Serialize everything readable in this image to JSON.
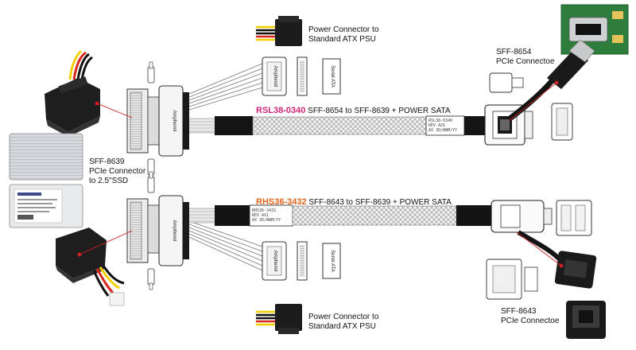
{
  "diagram": {
    "top_cable": {
      "model": "RSL38-0340",
      "description": "SFF-8654 to SFF-8639 + POWER SATA",
      "jacket_print": [
        "RSL38-0340",
        "REV AX1",
        "AX 3D/WWM/YY"
      ]
    },
    "bottom_cable": {
      "model": "RHS36-3432",
      "description": "SFF-8643 to SFF-8639 + POWER SATA",
      "jacket_print": [
        "RHS36-3432",
        "REV AX1",
        "AX 3D/WWM/YY"
      ]
    },
    "labels": {
      "power_top": [
        "Power Connector to",
        "Standard ATX PSU"
      ],
      "power_bottom": [
        "Power Connector to",
        "Standard ATX PSU"
      ],
      "sff8654": [
        "SFF-8654",
        "PCIe Connectoe"
      ],
      "sff8639": [
        "SFF-8639",
        "PCIe Connector",
        "to 2.5\"SSD"
      ],
      "sff8643": [
        "SFF-8643",
        "PCIe Connectoe"
      ]
    },
    "connector_text": {
      "brand": "Amphenol",
      "serial_ata": "Serial ATA"
    },
    "colors": {
      "pink_accent": "#d0257a",
      "orange_accent": "#e2651d",
      "callout_red": "#cc2222",
      "cable_black": "#141414"
    }
  }
}
